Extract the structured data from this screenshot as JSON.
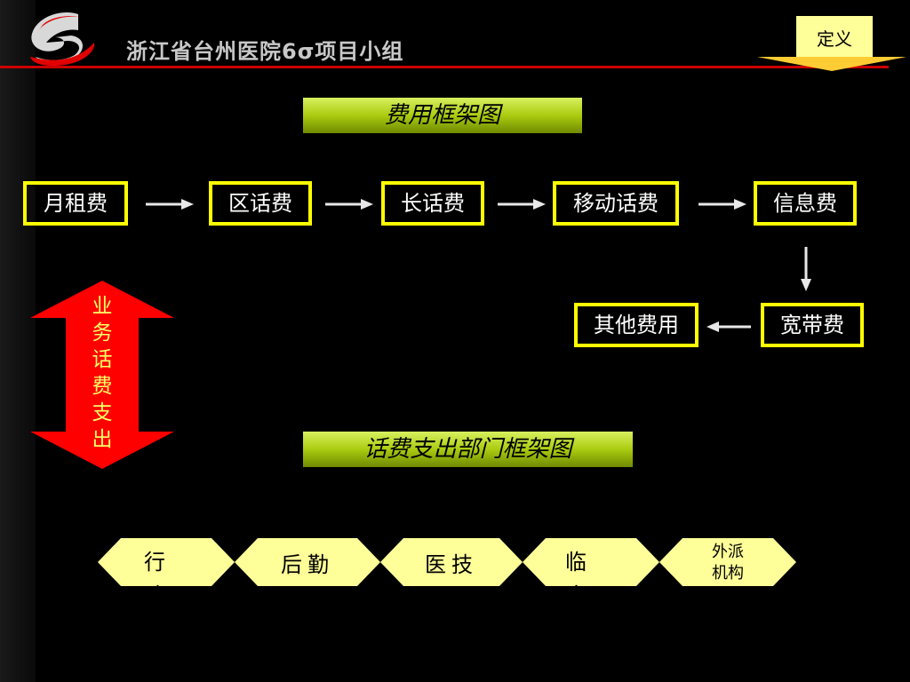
{
  "header": {
    "title": "浙江省台州医院6σ项目小组",
    "definition_button": "定义"
  },
  "colors": {
    "background": "#000000",
    "rule_red": "#cc0000",
    "box_yellow": "#ffff00",
    "banner_green": "#aacc10",
    "arrow_red": "#ff0000",
    "hex_fill": "#ffff99"
  },
  "cost_framework": {
    "title": "费用框架图",
    "row1": [
      "月租费",
      "区话费",
      "长话费",
      "移动话费",
      "信息费"
    ],
    "row2": [
      "其他费用",
      "宽带费"
    ]
  },
  "side_arrow": {
    "label": "业务话费支出"
  },
  "department_framework": {
    "title": "话费支出部门框架图",
    "departments": [
      "行政",
      "后勤",
      "医技",
      "临床",
      "外派机构"
    ]
  }
}
